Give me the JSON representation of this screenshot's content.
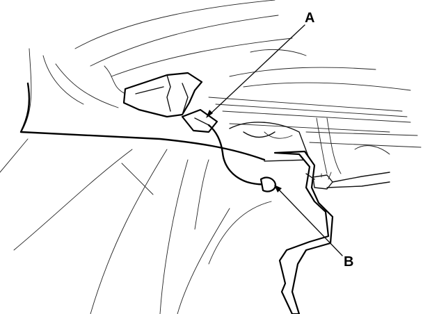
{
  "figure": {
    "type": "technical-line-drawing",
    "background": "#ffffff",
    "ink": "#000000"
  },
  "callouts": {
    "a": {
      "label": "A"
    },
    "b": {
      "label": "B"
    }
  }
}
